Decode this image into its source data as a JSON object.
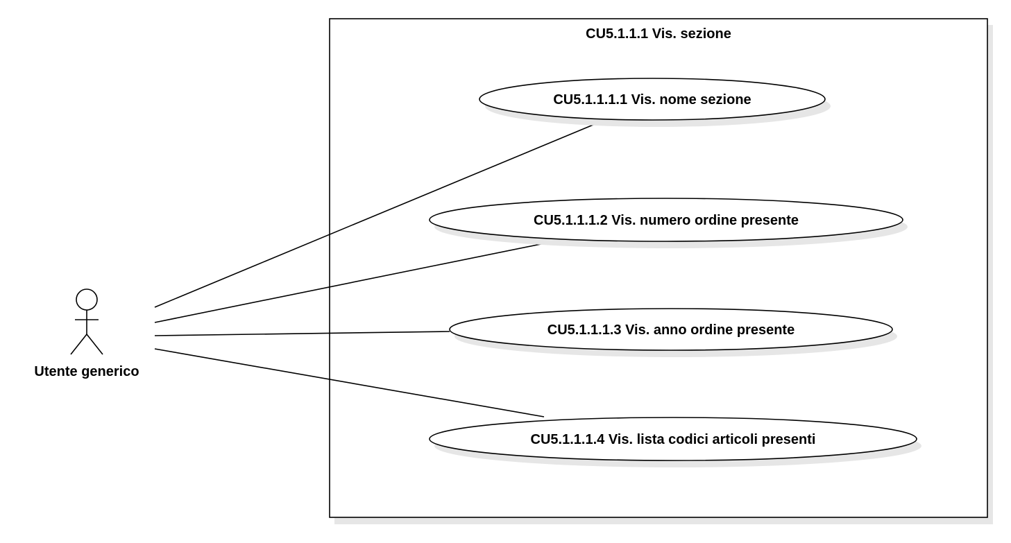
{
  "diagram": {
    "type": "uml-use-case",
    "system": {
      "title": "CU5.1.1.1 Vis. sezione"
    },
    "actor": {
      "label": "Utente generico"
    },
    "use_cases": [
      {
        "label": "CU5.1.1.1.1 Vis. nome sezione"
      },
      {
        "label": "CU5.1.1.1.2 Vis. numero ordine presente"
      },
      {
        "label": "CU5.1.1.1.3 Vis. anno ordine presente"
      },
      {
        "label": "CU5.1.1.1.4 Vis. lista codici articoli presenti"
      }
    ],
    "associations": [
      {
        "from": "Utente generico",
        "to": "CU5.1.1.1.1 Vis. nome sezione"
      },
      {
        "from": "Utente generico",
        "to": "CU5.1.1.1.2 Vis. numero ordine presente"
      },
      {
        "from": "Utente generico",
        "to": "CU5.1.1.1.3 Vis. anno ordine presente"
      },
      {
        "from": "Utente generico",
        "to": "CU5.1.1.1.4 Vis. lista codici articoli presenti"
      }
    ],
    "colors": {
      "stroke": "#000000",
      "fill": "#ffffff",
      "shadow": "#e6e6e6",
      "background": "#ffffff"
    }
  }
}
